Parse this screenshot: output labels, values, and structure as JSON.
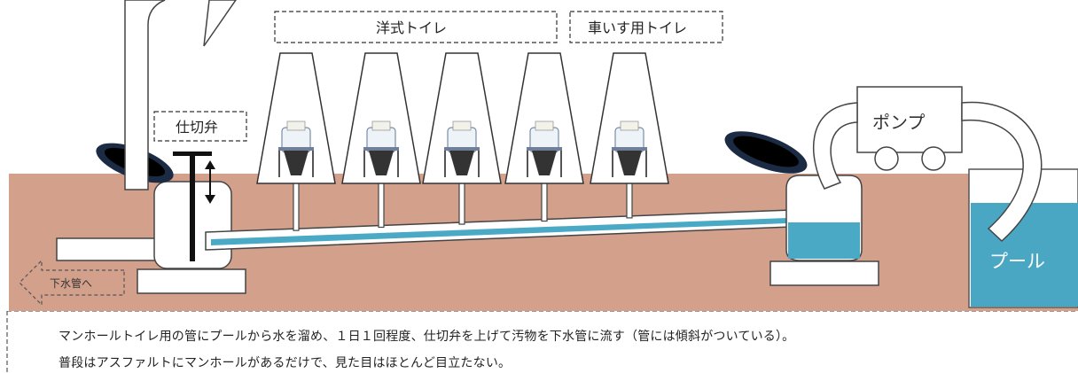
{
  "labels": {
    "western_toilet": "洋式トイレ",
    "wheelchair_toilet": "車いす用トイレ",
    "gate_valve": "仕切弁",
    "pump": "ポンプ",
    "pool": "プール",
    "to_sewer": "下水管へ"
  },
  "caption": {
    "line1": "マンホールトイレ用の管にプールから水を溜め、１日１回程度、仕切弁を上げて汚物を下水管に流す（管には傾斜がついている）。",
    "line2": "普段はアスファルトにマンホールがあるだけで、見た目はほとんど目立たない。"
  },
  "colors": {
    "ground": "#d2a08b",
    "water": "#4aa9c4",
    "pool_water": "#4aa7c4",
    "manhole_cover": "#1c2b44",
    "outline": "#333333"
  }
}
